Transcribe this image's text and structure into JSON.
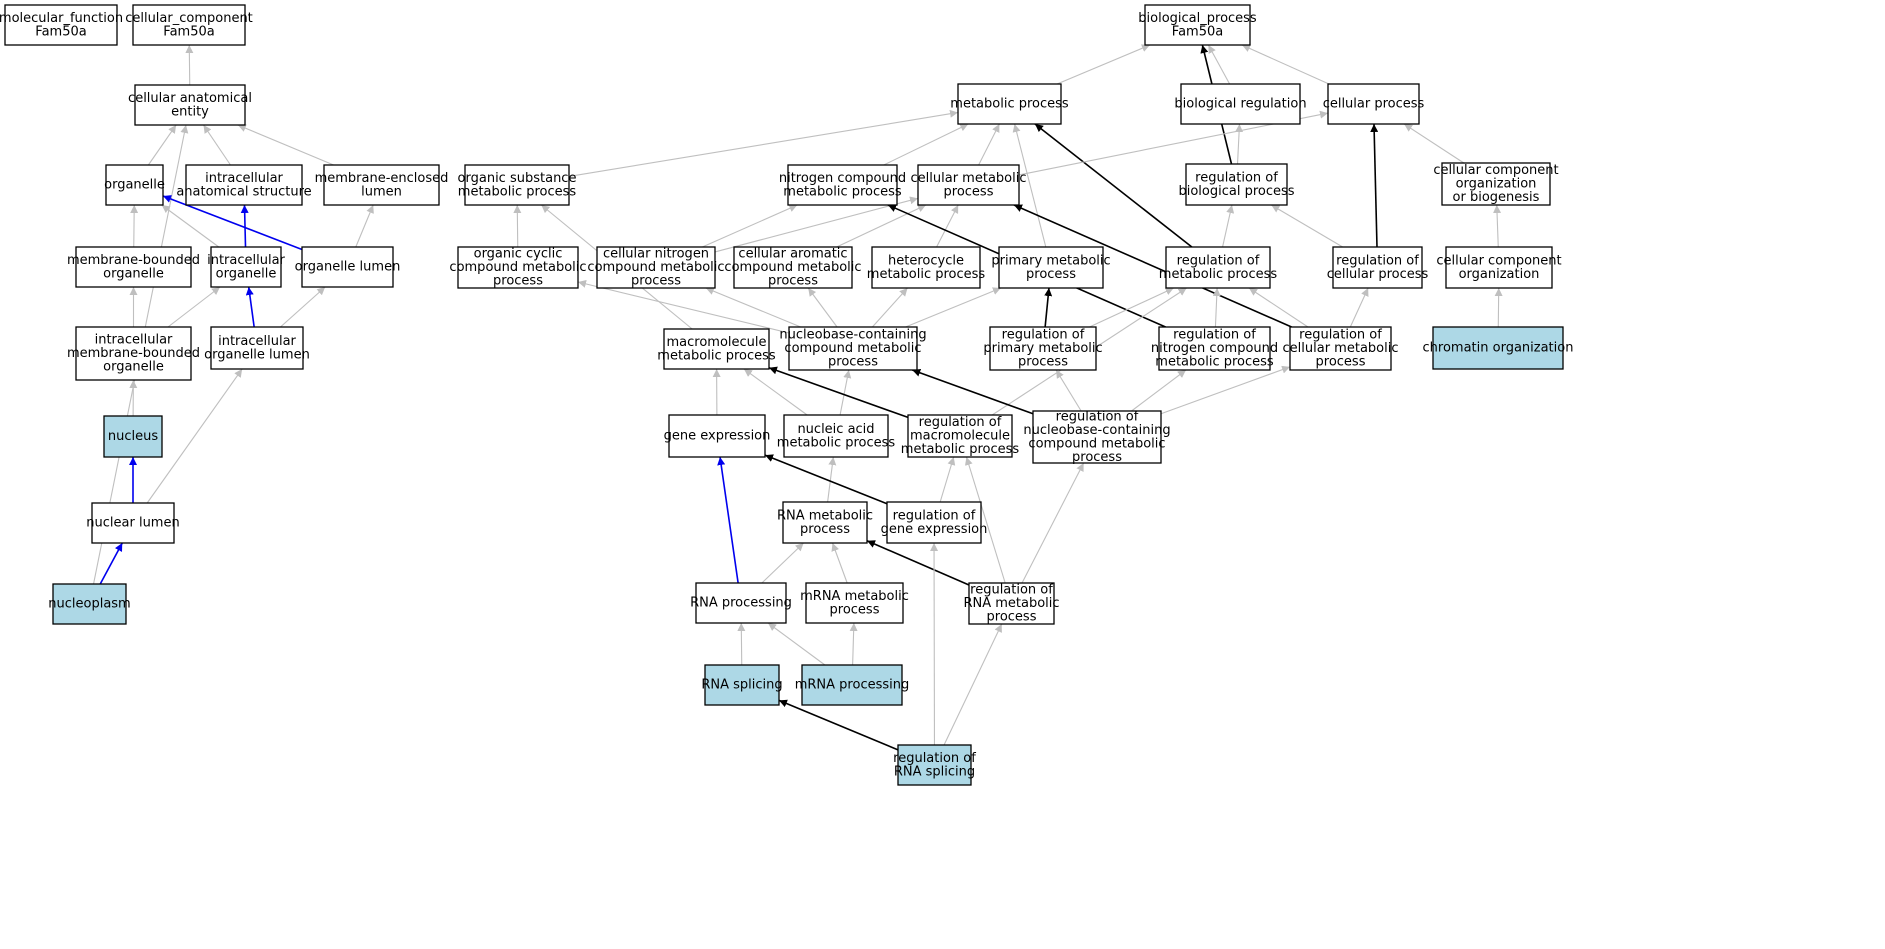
{
  "colors": {
    "node_fill": "#ffffff",
    "highlight_fill": "#add8e6",
    "edge_gray": "#bfbfbf",
    "edge_black": "#000000",
    "edge_blue": "#0000ee"
  },
  "nodes": [
    {
      "id": "mf",
      "lines": [
        "molecular_function",
        "Fam50a"
      ]
    },
    {
      "id": "cc",
      "lines": [
        "cellular_component",
        "Fam50a"
      ]
    },
    {
      "id": "cae",
      "lines": [
        "cellular anatomical",
        "entity"
      ]
    },
    {
      "id": "organelle",
      "lines": [
        "organelle"
      ]
    },
    {
      "id": "ias",
      "lines": [
        "intracellular",
        "anatomical structure"
      ]
    },
    {
      "id": "mel",
      "lines": [
        "membrane-enclosed",
        "lumen"
      ]
    },
    {
      "id": "mbo",
      "lines": [
        "membrane-bounded",
        "organelle"
      ]
    },
    {
      "id": "io",
      "lines": [
        "intracellular",
        "organelle"
      ]
    },
    {
      "id": "ol",
      "lines": [
        "organelle lumen"
      ]
    },
    {
      "id": "imbo",
      "lines": [
        "intracellular",
        "membrane-bounded",
        "organelle"
      ]
    },
    {
      "id": "iol",
      "lines": [
        "intracellular",
        "organelle lumen"
      ]
    },
    {
      "id": "nucleus",
      "lines": [
        "nucleus"
      ],
      "highlight": true
    },
    {
      "id": "nl",
      "lines": [
        "nuclear lumen"
      ]
    },
    {
      "id": "np",
      "lines": [
        "nucleoplasm"
      ],
      "highlight": true
    },
    {
      "id": "bp",
      "lines": [
        "biological_process",
        "Fam50a"
      ]
    },
    {
      "id": "metp",
      "lines": [
        "metabolic process"
      ]
    },
    {
      "id": "breg",
      "lines": [
        "biological regulation"
      ]
    },
    {
      "id": "cp",
      "lines": [
        "cellular process"
      ]
    },
    {
      "id": "osmp",
      "lines": [
        "organic substance",
        "metabolic process"
      ]
    },
    {
      "id": "ncmp",
      "lines": [
        "nitrogen compound",
        "metabolic process"
      ]
    },
    {
      "id": "cmp",
      "lines": [
        "cellular metabolic",
        "process"
      ]
    },
    {
      "id": "rbp",
      "lines": [
        "regulation of",
        "biological process"
      ]
    },
    {
      "id": "ccob",
      "lines": [
        "cellular component",
        "organization",
        "or biogenesis"
      ]
    },
    {
      "id": "occmp",
      "lines": [
        "organic cyclic",
        "compound metabolic",
        "process"
      ]
    },
    {
      "id": "cncmp",
      "lines": [
        "cellular nitrogen",
        "compound metabolic",
        "process"
      ]
    },
    {
      "id": "cacmp",
      "lines": [
        "cellular aromatic",
        "compound metabolic",
        "process"
      ]
    },
    {
      "id": "hmp",
      "lines": [
        "heterocycle",
        "metabolic process"
      ]
    },
    {
      "id": "pmp",
      "lines": [
        "primary metabolic",
        "process"
      ]
    },
    {
      "id": "rmp",
      "lines": [
        "regulation of",
        "metabolic process"
      ]
    },
    {
      "id": "rcp",
      "lines": [
        "regulation of",
        "cellular process"
      ]
    },
    {
      "id": "cco",
      "lines": [
        "cellular component",
        "organization"
      ]
    },
    {
      "id": "mmp",
      "lines": [
        "macromolecule",
        "metabolic process"
      ]
    },
    {
      "id": "nbccmp",
      "lines": [
        "nucleobase-containing",
        "compound metabolic",
        "process"
      ]
    },
    {
      "id": "rpmp",
      "lines": [
        "regulation of",
        "primary metabolic",
        "process"
      ]
    },
    {
      "id": "rncmp",
      "lines": [
        "regulation of",
        "nitrogen compound",
        "metabolic process"
      ]
    },
    {
      "id": "rcmp",
      "lines": [
        "regulation of",
        "cellular metabolic",
        "process"
      ]
    },
    {
      "id": "chrom",
      "lines": [
        "chromatin organization"
      ],
      "highlight": true
    },
    {
      "id": "ge",
      "lines": [
        "gene expression"
      ]
    },
    {
      "id": "namp",
      "lines": [
        "nucleic acid",
        "metabolic process"
      ]
    },
    {
      "id": "rmmp",
      "lines": [
        "regulation of",
        "macromolecule",
        "metabolic process"
      ]
    },
    {
      "id": "rnbccmp",
      "lines": [
        "regulation of",
        "nucleobase-containing",
        "compound metabolic",
        "process"
      ]
    },
    {
      "id": "rnamp",
      "lines": [
        "RNA metabolic",
        "process"
      ]
    },
    {
      "id": "rge",
      "lines": [
        "regulation of",
        "gene expression"
      ]
    },
    {
      "id": "rnap",
      "lines": [
        "RNA processing"
      ]
    },
    {
      "id": "mrnamp",
      "lines": [
        "mRNA metabolic",
        "process"
      ]
    },
    {
      "id": "rrnamp",
      "lines": [
        "regulation of",
        "RNA metabolic",
        "process"
      ]
    },
    {
      "id": "rnas",
      "lines": [
        "RNA splicing"
      ],
      "highlight": true
    },
    {
      "id": "mrnap",
      "lines": [
        "mRNA processing"
      ],
      "highlight": true
    },
    {
      "id": "rrnas",
      "lines": [
        "regulation of",
        "RNA splicing"
      ],
      "highlight": true
    }
  ],
  "edges": [
    {
      "from": "cae",
      "to": "cc",
      "kind": "is_a"
    },
    {
      "from": "organelle",
      "to": "cae",
      "kind": "is_a"
    },
    {
      "from": "ias",
      "to": "cae",
      "kind": "is_a"
    },
    {
      "from": "mel",
      "to": "cae",
      "kind": "is_a"
    },
    {
      "from": "np",
      "to": "cae",
      "kind": "is_a"
    },
    {
      "from": "mbo",
      "to": "organelle",
      "kind": "is_a"
    },
    {
      "from": "io",
      "to": "organelle",
      "kind": "is_a"
    },
    {
      "from": "io",
      "to": "ias",
      "kind": "part_of"
    },
    {
      "from": "ol",
      "to": "organelle",
      "kind": "part_of"
    },
    {
      "from": "ol",
      "to": "mel",
      "kind": "is_a"
    },
    {
      "from": "imbo",
      "to": "mbo",
      "kind": "is_a"
    },
    {
      "from": "imbo",
      "to": "io",
      "kind": "is_a"
    },
    {
      "from": "iol",
      "to": "io",
      "kind": "part_of"
    },
    {
      "from": "iol",
      "to": "ol",
      "kind": "is_a"
    },
    {
      "from": "nucleus",
      "to": "imbo",
      "kind": "is_a"
    },
    {
      "from": "nl",
      "to": "nucleus",
      "kind": "part_of"
    },
    {
      "from": "nl",
      "to": "iol",
      "kind": "is_a"
    },
    {
      "from": "np",
      "to": "nl",
      "kind": "part_of"
    },
    {
      "from": "metp",
      "to": "bp",
      "kind": "is_a"
    },
    {
      "from": "breg",
      "to": "bp",
      "kind": "is_a"
    },
    {
      "from": "cp",
      "to": "bp",
      "kind": "is_a"
    },
    {
      "from": "rbp",
      "to": "bp",
      "kind": "regulates"
    },
    {
      "from": "osmp",
      "to": "metp",
      "kind": "is_a"
    },
    {
      "from": "ncmp",
      "to": "metp",
      "kind": "is_a"
    },
    {
      "from": "cmp",
      "to": "metp",
      "kind": "is_a"
    },
    {
      "from": "pmp",
      "to": "metp",
      "kind": "is_a"
    },
    {
      "from": "rmp",
      "to": "metp",
      "kind": "regulates"
    },
    {
      "from": "cmp",
      "to": "cp",
      "kind": "is_a"
    },
    {
      "from": "rbp",
      "to": "breg",
      "kind": "is_a"
    },
    {
      "from": "rcp",
      "to": "cp",
      "kind": "regulates"
    },
    {
      "from": "ccob",
      "to": "cp",
      "kind": "is_a"
    },
    {
      "from": "occmp",
      "to": "osmp",
      "kind": "is_a"
    },
    {
      "from": "mmp",
      "to": "osmp",
      "kind": "is_a"
    },
    {
      "from": "cncmp",
      "to": "ncmp",
      "kind": "is_a"
    },
    {
      "from": "cncmp",
      "to": "cmp",
      "kind": "is_a"
    },
    {
      "from": "cacmp",
      "to": "cmp",
      "kind": "is_a"
    },
    {
      "from": "hmp",
      "to": "cmp",
      "kind": "is_a"
    },
    {
      "from": "rmp",
      "to": "rbp",
      "kind": "is_a"
    },
    {
      "from": "rcp",
      "to": "rbp",
      "kind": "is_a"
    },
    {
      "from": "cco",
      "to": "ccob",
      "kind": "is_a"
    },
    {
      "from": "rncmp",
      "to": "ncmp",
      "kind": "regulates"
    },
    {
      "from": "rcmp",
      "to": "cmp",
      "kind": "regulates"
    },
    {
      "from": "nbccmp",
      "to": "occmp",
      "kind": "is_a"
    },
    {
      "from": "nbccmp",
      "to": "cncmp",
      "kind": "is_a"
    },
    {
      "from": "nbccmp",
      "to": "cacmp",
      "kind": "is_a"
    },
    {
      "from": "nbccmp",
      "to": "hmp",
      "kind": "is_a"
    },
    {
      "from": "nbccmp",
      "to": "pmp",
      "kind": "is_a"
    },
    {
      "from": "rpmp",
      "to": "pmp",
      "kind": "regulates"
    },
    {
      "from": "rpmp",
      "to": "rmp",
      "kind": "is_a"
    },
    {
      "from": "rncmp",
      "to": "rmp",
      "kind": "is_a"
    },
    {
      "from": "rcmp",
      "to": "rmp",
      "kind": "is_a"
    },
    {
      "from": "rcmp",
      "to": "rcp",
      "kind": "is_a"
    },
    {
      "from": "chrom",
      "to": "cco",
      "kind": "is_a"
    },
    {
      "from": "rmmp",
      "to": "rmp",
      "kind": "is_a"
    },
    {
      "from": "ge",
      "to": "mmp",
      "kind": "is_a"
    },
    {
      "from": "namp",
      "to": "mmp",
      "kind": "is_a"
    },
    {
      "from": "namp",
      "to": "nbccmp",
      "kind": "is_a"
    },
    {
      "from": "rmmp",
      "to": "mmp",
      "kind": "regulates"
    },
    {
      "from": "rnbccmp",
      "to": "nbccmp",
      "kind": "regulates"
    },
    {
      "from": "rnbccmp",
      "to": "rpmp",
      "kind": "is_a"
    },
    {
      "from": "rnbccmp",
      "to": "rncmp",
      "kind": "is_a"
    },
    {
      "from": "rnbccmp",
      "to": "rcmp",
      "kind": "is_a"
    },
    {
      "from": "rnamp",
      "to": "namp",
      "kind": "is_a"
    },
    {
      "from": "rge",
      "to": "ge",
      "kind": "regulates"
    },
    {
      "from": "rge",
      "to": "rmmp",
      "kind": "is_a"
    },
    {
      "from": "rnap",
      "to": "rnamp",
      "kind": "is_a"
    },
    {
      "from": "rnap",
      "to": "ge",
      "kind": "part_of"
    },
    {
      "from": "mrnamp",
      "to": "rnamp",
      "kind": "is_a"
    },
    {
      "from": "rrnamp",
      "to": "rnamp",
      "kind": "regulates"
    },
    {
      "from": "rrnamp",
      "to": "rmmp",
      "kind": "is_a"
    },
    {
      "from": "rrnamp",
      "to": "rnbccmp",
      "kind": "is_a"
    },
    {
      "from": "rnas",
      "to": "rnap",
      "kind": "is_a"
    },
    {
      "from": "mrnap",
      "to": "rnap",
      "kind": "is_a"
    },
    {
      "from": "mrnap",
      "to": "mrnamp",
      "kind": "is_a"
    },
    {
      "from": "rrnas",
      "to": "rnas",
      "kind": "regulates"
    },
    {
      "from": "rrnas",
      "to": "rge",
      "kind": "is_a"
    },
    {
      "from": "rrnas",
      "to": "rrnamp",
      "kind": "is_a"
    }
  ]
}
